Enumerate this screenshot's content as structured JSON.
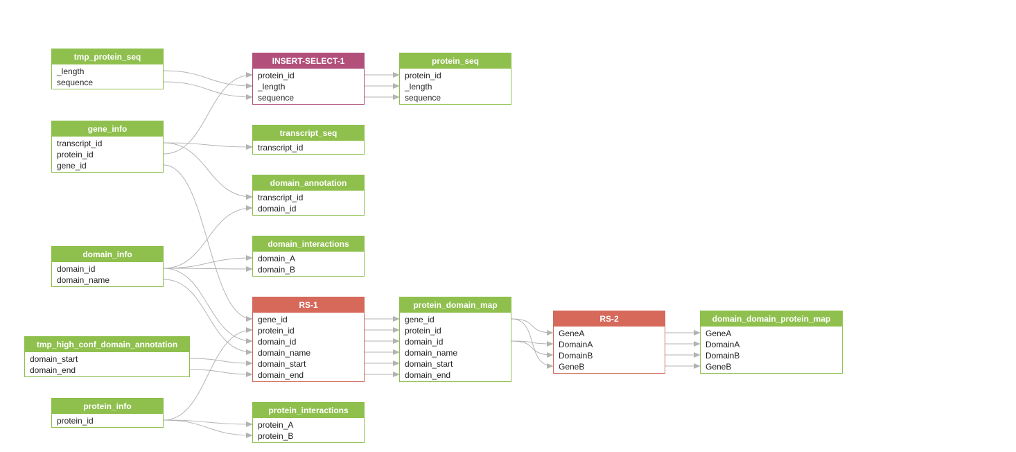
{
  "colors": {
    "table": "#8fc04e",
    "process": "#b24f7a",
    "result": "#d6695a",
    "edge": "#b3b3b3"
  },
  "nodes": [
    {
      "id": "tmp_protein_seq",
      "kind": "table",
      "title": "tmp_protein_seq",
      "fields": [
        "_length",
        "sequence"
      ]
    },
    {
      "id": "gene_info",
      "kind": "table",
      "title": "gene_info",
      "fields": [
        "transcript_id",
        "protein_id",
        "gene_id"
      ]
    },
    {
      "id": "domain_info",
      "kind": "table",
      "title": "domain_info",
      "fields": [
        "domain_id",
        "domain_name"
      ]
    },
    {
      "id": "tmp_high_conf_domain_annotation",
      "kind": "table",
      "title": "tmp_high_conf_domain_annotation",
      "fields": [
        "domain_start",
        "domain_end"
      ]
    },
    {
      "id": "protein_info",
      "kind": "table",
      "title": "protein_info",
      "fields": [
        "protein_id"
      ]
    },
    {
      "id": "insert_select_1",
      "kind": "process",
      "title": "INSERT-SELECT-1",
      "fields": [
        "protein_id",
        "_length",
        "sequence"
      ]
    },
    {
      "id": "transcript_seq",
      "kind": "table",
      "title": "transcript_seq",
      "fields": [
        "transcript_id"
      ]
    },
    {
      "id": "domain_annotation",
      "kind": "table",
      "title": "domain_annotation",
      "fields": [
        "transcript_id",
        "domain_id"
      ]
    },
    {
      "id": "domain_interactions",
      "kind": "table",
      "title": "domain_interactions",
      "fields": [
        "domain_A",
        "domain_B"
      ]
    },
    {
      "id": "rs_1",
      "kind": "result",
      "title": "RS-1",
      "fields": [
        "gene_id",
        "protein_id",
        "domain_id",
        "domain_name",
        "domain_start",
        "domain_end"
      ]
    },
    {
      "id": "protein_interactions",
      "kind": "table",
      "title": "protein_interactions",
      "fields": [
        "protein_A",
        "protein_B"
      ]
    },
    {
      "id": "protein_seq",
      "kind": "table",
      "title": "protein_seq",
      "fields": [
        "protein_id",
        "_length",
        "sequence"
      ]
    },
    {
      "id": "protein_domain_map",
      "kind": "table",
      "title": "protein_domain_map",
      "fields": [
        "gene_id",
        "protein_id",
        "domain_id",
        "domain_name",
        "domain_start",
        "domain_end"
      ]
    },
    {
      "id": "rs_2",
      "kind": "result",
      "title": "RS-2",
      "fields": [
        "GeneA",
        "DomainA",
        "DomainB",
        "GeneB"
      ]
    },
    {
      "id": "domain_domain_protein_map",
      "kind": "table",
      "title": "domain_domain_protein_map",
      "fields": [
        "GeneA",
        "DomainA",
        "DomainB",
        "GeneB"
      ]
    }
  ],
  "edges": [
    {
      "from": "tmp_protein_seq",
      "from_field": 0,
      "to": "insert_select_1",
      "to_field": 1
    },
    {
      "from": "tmp_protein_seq",
      "from_field": 1,
      "to": "insert_select_1",
      "to_field": 2
    },
    {
      "from": "gene_info",
      "from_field": 1,
      "to": "insert_select_1",
      "to_field": 0
    },
    {
      "from": "gene_info",
      "from_field": 0,
      "to": "transcript_seq",
      "to_field": 0
    },
    {
      "from": "gene_info",
      "from_field": 0,
      "to": "domain_annotation",
      "to_field": 0
    },
    {
      "from": "gene_info",
      "from_field": 2,
      "to": "rs_1",
      "to_field": 0
    },
    {
      "from": "domain_info",
      "from_field": 0,
      "to": "domain_annotation",
      "to_field": 1
    },
    {
      "from": "domain_info",
      "from_field": 0,
      "to": "domain_interactions",
      "to_field": 0
    },
    {
      "from": "domain_info",
      "from_field": 0,
      "to": "domain_interactions",
      "to_field": 1
    },
    {
      "from": "domain_info",
      "from_field": 0,
      "to": "rs_1",
      "to_field": 2
    },
    {
      "from": "domain_info",
      "from_field": 1,
      "to": "rs_1",
      "to_field": 3
    },
    {
      "from": "tmp_high_conf_domain_annotation",
      "from_field": 0,
      "to": "rs_1",
      "to_field": 4
    },
    {
      "from": "tmp_high_conf_domain_annotation",
      "from_field": 1,
      "to": "rs_1",
      "to_field": 5
    },
    {
      "from": "protein_info",
      "from_field": 0,
      "to": "rs_1",
      "to_field": 1
    },
    {
      "from": "protein_info",
      "from_field": 0,
      "to": "protein_interactions",
      "to_field": 0
    },
    {
      "from": "protein_info",
      "from_field": 0,
      "to": "protein_interactions",
      "to_field": 1
    },
    {
      "from": "insert_select_1",
      "from_field": 0,
      "to": "protein_seq",
      "to_field": 0
    },
    {
      "from": "insert_select_1",
      "from_field": 1,
      "to": "protein_seq",
      "to_field": 1
    },
    {
      "from": "insert_select_1",
      "from_field": 2,
      "to": "protein_seq",
      "to_field": 2
    },
    {
      "from": "rs_1",
      "from_field": 0,
      "to": "protein_domain_map",
      "to_field": 0
    },
    {
      "from": "rs_1",
      "from_field": 1,
      "to": "protein_domain_map",
      "to_field": 1
    },
    {
      "from": "rs_1",
      "from_field": 2,
      "to": "protein_domain_map",
      "to_field": 2
    },
    {
      "from": "rs_1",
      "from_field": 3,
      "to": "protein_domain_map",
      "to_field": 3
    },
    {
      "from": "rs_1",
      "from_field": 4,
      "to": "protein_domain_map",
      "to_field": 4
    },
    {
      "from": "rs_1",
      "from_field": 5,
      "to": "protein_domain_map",
      "to_field": 5
    },
    {
      "from": "protein_domain_map",
      "from_field": 0,
      "to": "rs_2",
      "to_field": 0
    },
    {
      "from": "protein_domain_map",
      "from_field": 0,
      "to": "rs_2",
      "to_field": 3
    },
    {
      "from": "protein_domain_map",
      "from_field": 2,
      "to": "rs_2",
      "to_field": 1
    },
    {
      "from": "protein_domain_map",
      "from_field": 2,
      "to": "rs_2",
      "to_field": 2
    },
    {
      "from": "rs_2",
      "from_field": 0,
      "to": "domain_domain_protein_map",
      "to_field": 0
    },
    {
      "from": "rs_2",
      "from_field": 1,
      "to": "domain_domain_protein_map",
      "to_field": 1
    },
    {
      "from": "rs_2",
      "from_field": 2,
      "to": "domain_domain_protein_map",
      "to_field": 2
    },
    {
      "from": "rs_2",
      "from_field": 3,
      "to": "domain_domain_protein_map",
      "to_field": 3
    }
  ]
}
